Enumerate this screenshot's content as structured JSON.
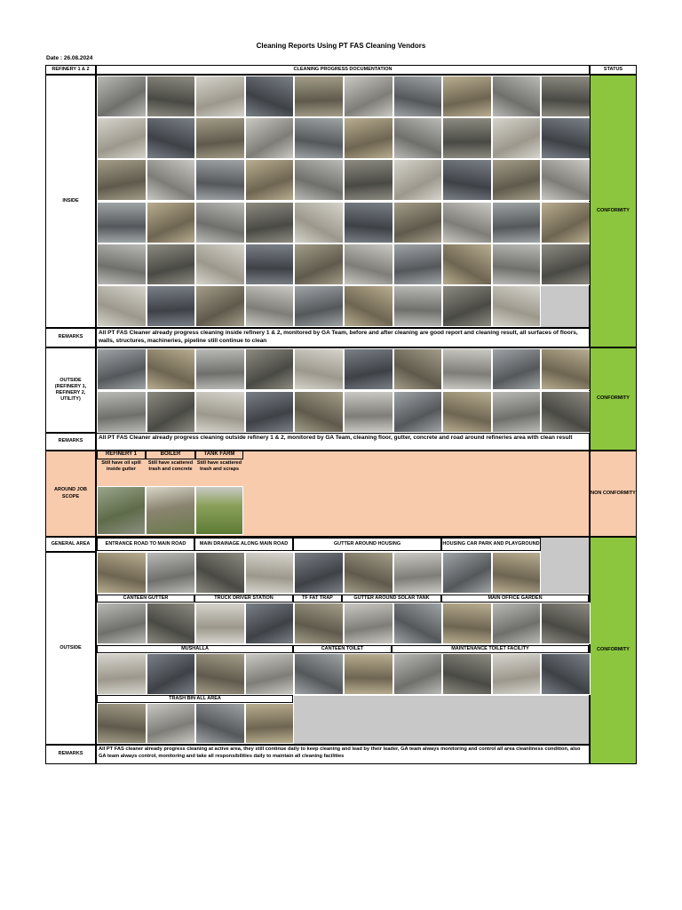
{
  "title": "Cleaning Reports Using PT FAS Cleaning Vendors",
  "date": "Date : 26.08.2024",
  "header": {
    "col1": "REFINERY 1 & 2",
    "col2": "CLEANING PROGRESS DOCUMENTATION",
    "col3": "STATUS"
  },
  "sections": {
    "inside": {
      "label": "INSIDE",
      "status": "CONFORMITY"
    },
    "inside_remarks": {
      "label": "REMARKS",
      "text": "All PT FAS Cleaner already progress cleaning inside refinery 1 & 2, monitored by GA Team, before and after cleaning are good report and cleaning result, all surfaces of floors, walls, structures, machineries, pipeline still continue to clean"
    },
    "outside_ref": {
      "label": "OUTSIDE (REFINERY 1, REFINERY 2, UTILITY)",
      "status": "CONFORMITY"
    },
    "outside_ref_remarks": {
      "label": "REMARKS",
      "text": "All PT FAS Cleaner already progress cleaning outside refinery 1 & 2, monitored by GA Team, cleaning floor, gutter, concrete and road around refineries area with clean result"
    },
    "job_scope": {
      "label": "AROUND JOB SCOPE",
      "status": "NON CONFORMITY",
      "areas": [
        {
          "name": "REFINERY 1",
          "issue": "Still have oil spill inside gutter"
        },
        {
          "name": "BOILER",
          "issue": "Still have scattered trash and concrete"
        },
        {
          "name": "TANK FARM",
          "issue": "Still have scattered trash and scraps"
        }
      ]
    },
    "general": {
      "label": "GENERAL AREA",
      "outside_label": "OUTSIDE",
      "status": "CONFORMITY",
      "row1": [
        "ENTRANCE ROAD TO MAIN ROAD",
        "MAIN DRAINAGE ALONG MAIN ROAD",
        "GUTTER AROUND HOUSING",
        "HOUSING CAR PARK AND PLAYGROUND"
      ],
      "row2": [
        "CANTEEN GUTTER",
        "TRUCK DRIVER STATION",
        "TF FAT TRAP",
        "GUTTER AROUND SOLAR TANK",
        "MAIN OFFICE GARDEN"
      ],
      "row3": [
        "MUSHALLA",
        "CANTEEN TOILET",
        "MAINTENANCE TOILET FACILITY"
      ],
      "row4": [
        "TRASH BIN ALL AREA"
      ]
    },
    "general_remarks": {
      "label": "REMARKS",
      "text": "All PT FAS cleaner already progress cleaning at active area, they still continue daily to keep cleaning and lead by their leader, GA team always monitoring and control all area cleanliness condition, also GA team always control, monitoring and take all responsibilities daily to maintain all cleaning facilities"
    }
  },
  "colors": {
    "conformity": "#8cc63f",
    "non_conformity": "#f8cbad",
    "empty": "#c8c8c8"
  }
}
